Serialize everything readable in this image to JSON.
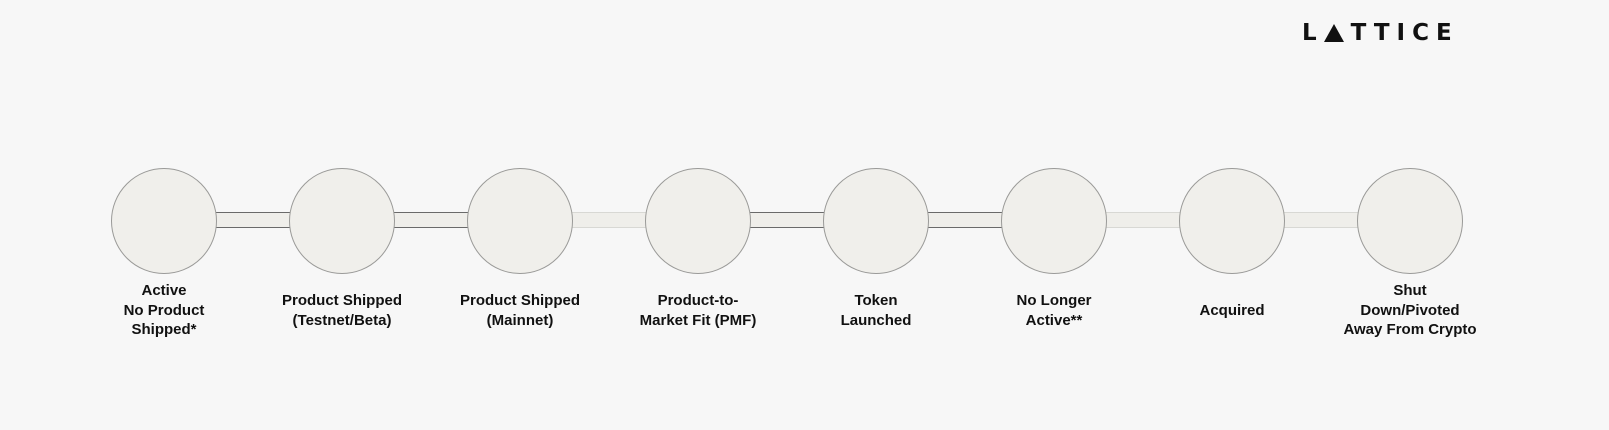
{
  "brand": {
    "logo_text": "LATTICE",
    "logo_rest": "TTICE",
    "logo_first": "L"
  },
  "stages": [
    {
      "label": "Active\nNo Product\nShipped*"
    },
    {
      "label": "Product Shipped\n(Testnet/Beta)"
    },
    {
      "label": "Product Shipped\n(Mainnet)"
    },
    {
      "label": "Product-to-\nMarket Fit (PMF)"
    },
    {
      "label": "Token\nLaunched"
    },
    {
      "label": "No Longer\nActive**"
    },
    {
      "label": "Acquired"
    },
    {
      "label": "Shut\nDown/Pivoted\nAway From Crypto"
    }
  ],
  "colors": {
    "background": "#f7f7f7",
    "node_fill": "#f0efeb",
    "node_border": "#9a9a98",
    "text": "#111111"
  }
}
